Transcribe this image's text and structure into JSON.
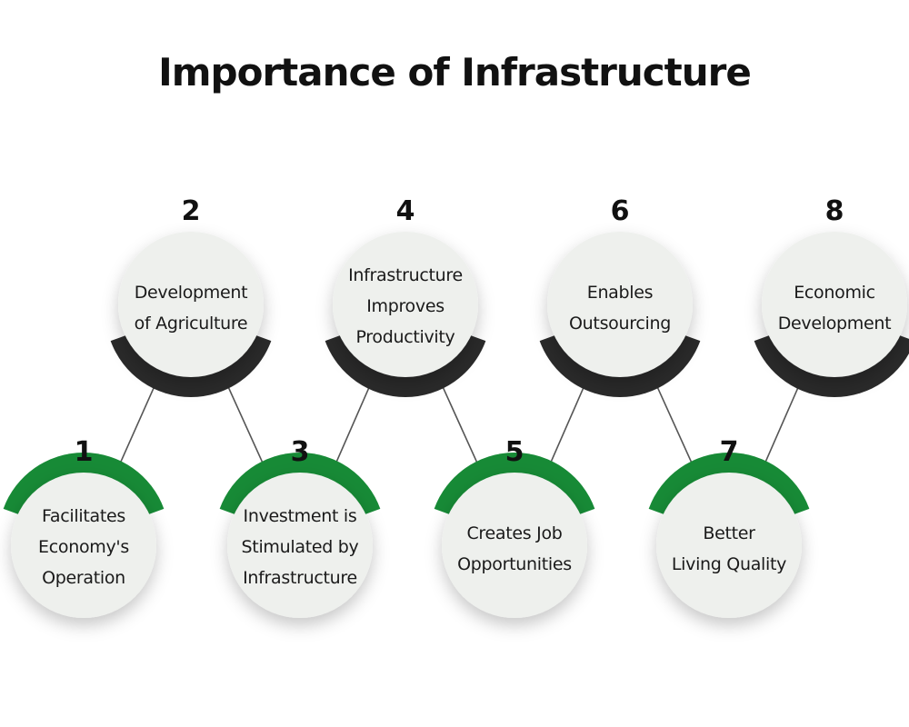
{
  "title": "Importance of Infrastructure",
  "colors": {
    "accent_green": "#178a36",
    "accent_dark": "#2a2a2a",
    "circle_fill": "#eef0ed",
    "connector": "#555555"
  },
  "steps": [
    {
      "number": "1",
      "lines": [
        "Facilitates",
        "Economy's",
        "Operation"
      ]
    },
    {
      "number": "2",
      "lines": [
        "Development",
        "of Agriculture"
      ]
    },
    {
      "number": "3",
      "lines": [
        "Investment is",
        "Stimulated by",
        "Infrastructure"
      ]
    },
    {
      "number": "4",
      "lines": [
        "Infrastructure",
        "Improves",
        "Productivity"
      ]
    },
    {
      "number": "5",
      "lines": [
        "Creates Job",
        "Opportunities"
      ]
    },
    {
      "number": "6",
      "lines": [
        "Enables",
        "Outsourcing"
      ]
    },
    {
      "number": "7",
      "lines": [
        "Better",
        "Living Quality"
      ]
    },
    {
      "number": "8",
      "lines": [
        "Economic",
        "Development"
      ]
    }
  ]
}
